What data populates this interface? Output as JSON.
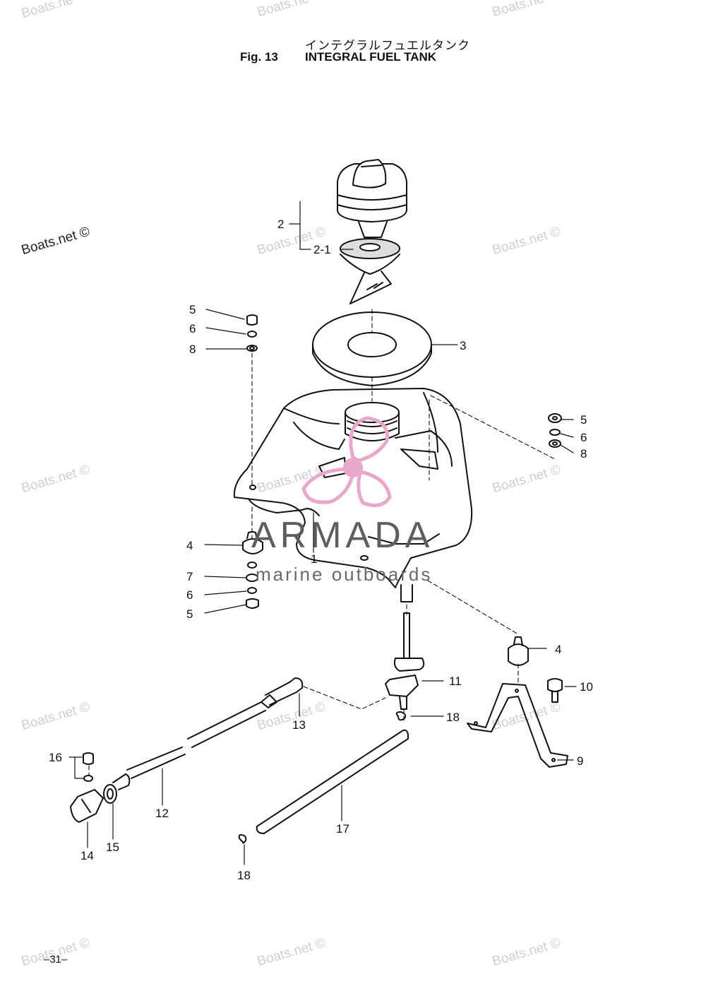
{
  "header": {
    "japanese_title": "インテグラルフュエルタンク",
    "fig_label": "Fig. 13",
    "fig_title": "INTEGRAL FUEL TANK"
  },
  "watermark": {
    "text": "Boats.net ©",
    "clipped_text": "Boats.ne"
  },
  "logo": {
    "brand": "ARMADA",
    "tagline": "marine outboards",
    "accent_color": "#e8a8cc"
  },
  "callouts": {
    "c_2": "2",
    "c_2_1": "2-1",
    "c_3": "3",
    "c_5_top": "5",
    "c_6_top": "6",
    "c_8_top": "8",
    "c_5_right": "5",
    "c_6_right": "6",
    "c_8_right": "8",
    "c_1": "1",
    "c_4_left": "4",
    "c_7": "7",
    "c_6_left": "6",
    "c_5_left": "5",
    "c_4_right": "4",
    "c_11": "11",
    "c_10": "10",
    "c_13": "13",
    "c_18_right": "18",
    "c_9": "9",
    "c_16": "16",
    "c_12": "12",
    "c_17": "17",
    "c_14": "14",
    "c_15": "15",
    "c_18_bottom": "18"
  },
  "footer": {
    "page_number": "–31–"
  }
}
